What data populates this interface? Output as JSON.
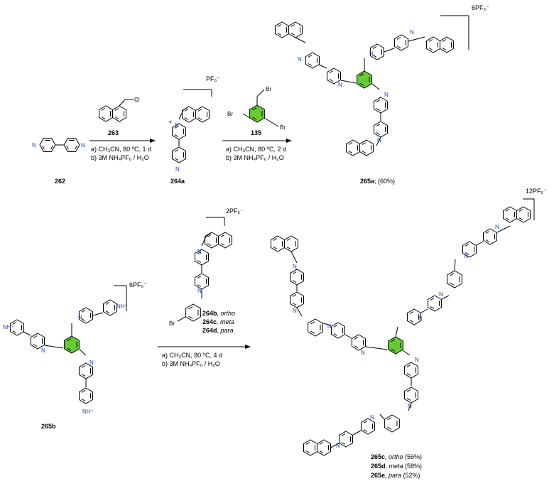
{
  "compounds": {
    "c262": "262",
    "c263": "263",
    "c264a": "264a",
    "c135": "135",
    "c265a_id": "265a",
    "c265a_yield": "; (60%)",
    "c265b": "265b",
    "c264b_id": "264b",
    "c264b_pos": ", ortho",
    "c264c_id": "264c",
    "c264c_pos": ", meta",
    "c264d_id": "264d",
    "c264d_pos": ", para",
    "c265c_id": "265c",
    "c265c_pos": ", ortho",
    "c265c_yield": " (56%)",
    "c265d_id": "265d",
    "c265d_pos": ", meta",
    "c265d_yield": " (58%)",
    "c265e_id": "265e",
    "c265e_pos": ", para",
    "c265e_yield": " (52%)"
  },
  "conditions": {
    "step1_a": "a) CH₃CN, 80 ºC, 1 d",
    "step1_b": "b) 3M NH₄PF₆ / H₂O",
    "step2_a": "a) CH₃CN, 80 ºC, 2 d",
    "step2_b": "b) 3M NH₄PF₆ / H₂O",
    "step3_a": "a) CH₃CN, 80 ºC, 4 d",
    "step3_b": "b) 3M NH₄PF₆ / H₂O"
  },
  "counterions": {
    "pf6_264a": "PF₆⁻",
    "pf6_265a": "6PF₆⁻",
    "pf6_265b": "6PF₆⁻",
    "pf6_264bcd": "2PF₆⁻",
    "pf6_265cde": "12PF₆⁻"
  },
  "atoms": {
    "n": "N",
    "n_plus": "N⁺",
    "nh_plus": "NH⁺",
    "cl": "Cl",
    "br": "Br",
    "plus": "+"
  },
  "colors": {
    "central_ring": "#66cc33",
    "nitrogen": "#1f3fbf"
  }
}
